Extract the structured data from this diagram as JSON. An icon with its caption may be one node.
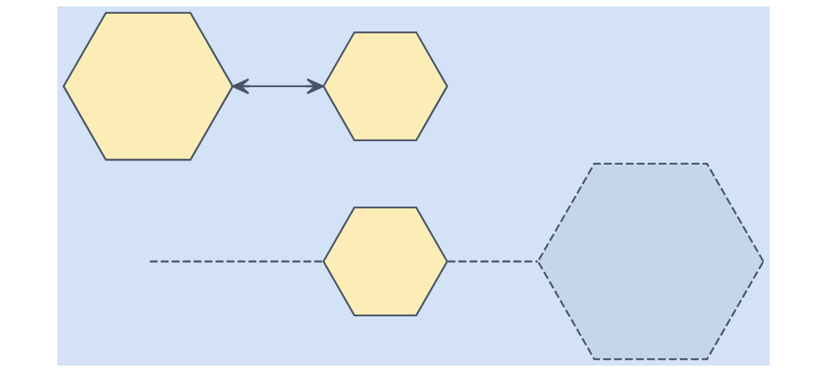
{
  "diagram": {
    "nodes": [
      {
        "text": [],
        "shape": "picture"
      },
      {
        "text": [],
        "shape": "picture"
      },
      {
        "text": [],
        "shape": "picture"
      },
      {
        "text": [],
        "shape": "picture"
      }
    ],
    "edges": [
      {
        "from": null,
        "to": 0,
        "arrow": "none",
        "style": "dashed"
      },
      {
        "from": 0,
        "to": 1,
        "arrow": "none",
        "style": "dashed"
      },
      {
        "from": 2,
        "to": 3,
        "arrow": "both"
      }
    ]
  }
}
